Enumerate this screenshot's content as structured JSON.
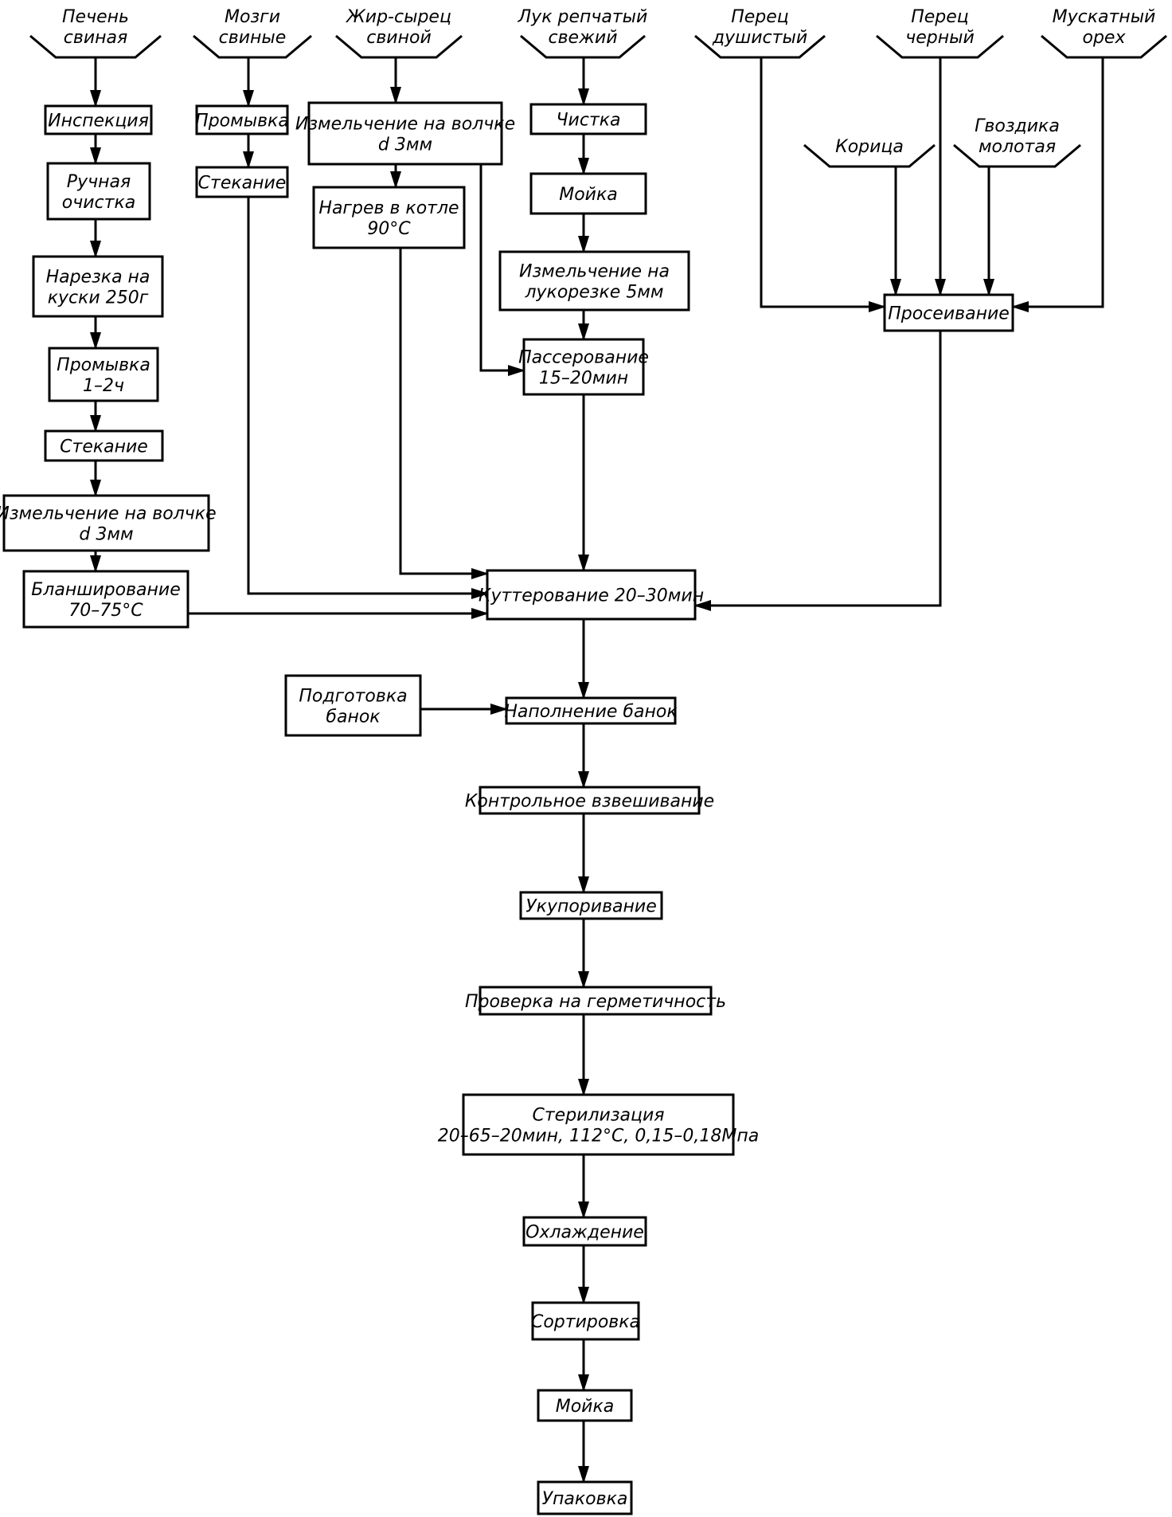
{
  "flowchart": {
    "raw_materials": {
      "liver": [
        "Печень",
        "свиная"
      ],
      "brains": [
        "Мозги",
        "свиные"
      ],
      "fat": [
        "Жир-сырец",
        "свиной"
      ],
      "onion": [
        "Лук репчатый",
        "свежий"
      ],
      "allspice": [
        "Перец",
        "душистый"
      ],
      "black_pepper": [
        "Перец",
        "черный"
      ],
      "nutmeg": [
        "Мускатный",
        "орех"
      ],
      "cinnamon": [
        "Корица"
      ],
      "clove": [
        "Гвоздика",
        "молотая"
      ]
    },
    "steps": {
      "liver_inspection": [
        "Инспекция"
      ],
      "liver_hand_clean": [
        "Ручная",
        "очистка"
      ],
      "liver_cutting": [
        "Нарезка на",
        "куски 250г"
      ],
      "liver_washing": [
        "Промывка",
        "1–2ч"
      ],
      "liver_draining": [
        "Стекание"
      ],
      "liver_mincing": [
        "Измельчение на волчке",
        "d 3мм"
      ],
      "liver_blanching": [
        "Бланширование",
        "70–75°С"
      ],
      "brains_washing": [
        "Промывка"
      ],
      "brains_draining": [
        "Стекание"
      ],
      "fat_mincing": [
        "Измельчение на волчке",
        "d 3мм"
      ],
      "fat_heating": [
        "Нагрев в котле",
        "90°С"
      ],
      "onion_peeling": [
        "Чистка"
      ],
      "onion_washing": [
        "Мойка"
      ],
      "onion_cutting": [
        "Измельчение на",
        "лукорезке 5мм"
      ],
      "onion_frying": [
        "Пассерование",
        "15–20мин"
      ],
      "sieving": [
        "Просеивание"
      ],
      "cuttering": [
        "Куттерование 20–30мин"
      ],
      "can_preparation": [
        "Подготовка",
        "банок"
      ],
      "can_filling": [
        "Наполнение банок"
      ],
      "weighing": [
        "Контрольное взвешивание"
      ],
      "sealing": [
        "Укупоривание"
      ],
      "tightness_check": [
        "Проверка на герметичность"
      ],
      "sterilization": [
        "Стерилизация",
        "20–65–20мин, 112°С, 0,15–0,18Мпа"
      ],
      "cooling": [
        "Охлаждение"
      ],
      "sorting": [
        "Сортировка"
      ],
      "washing": [
        "Мойка"
      ],
      "packing": [
        "Упаковка"
      ]
    }
  }
}
